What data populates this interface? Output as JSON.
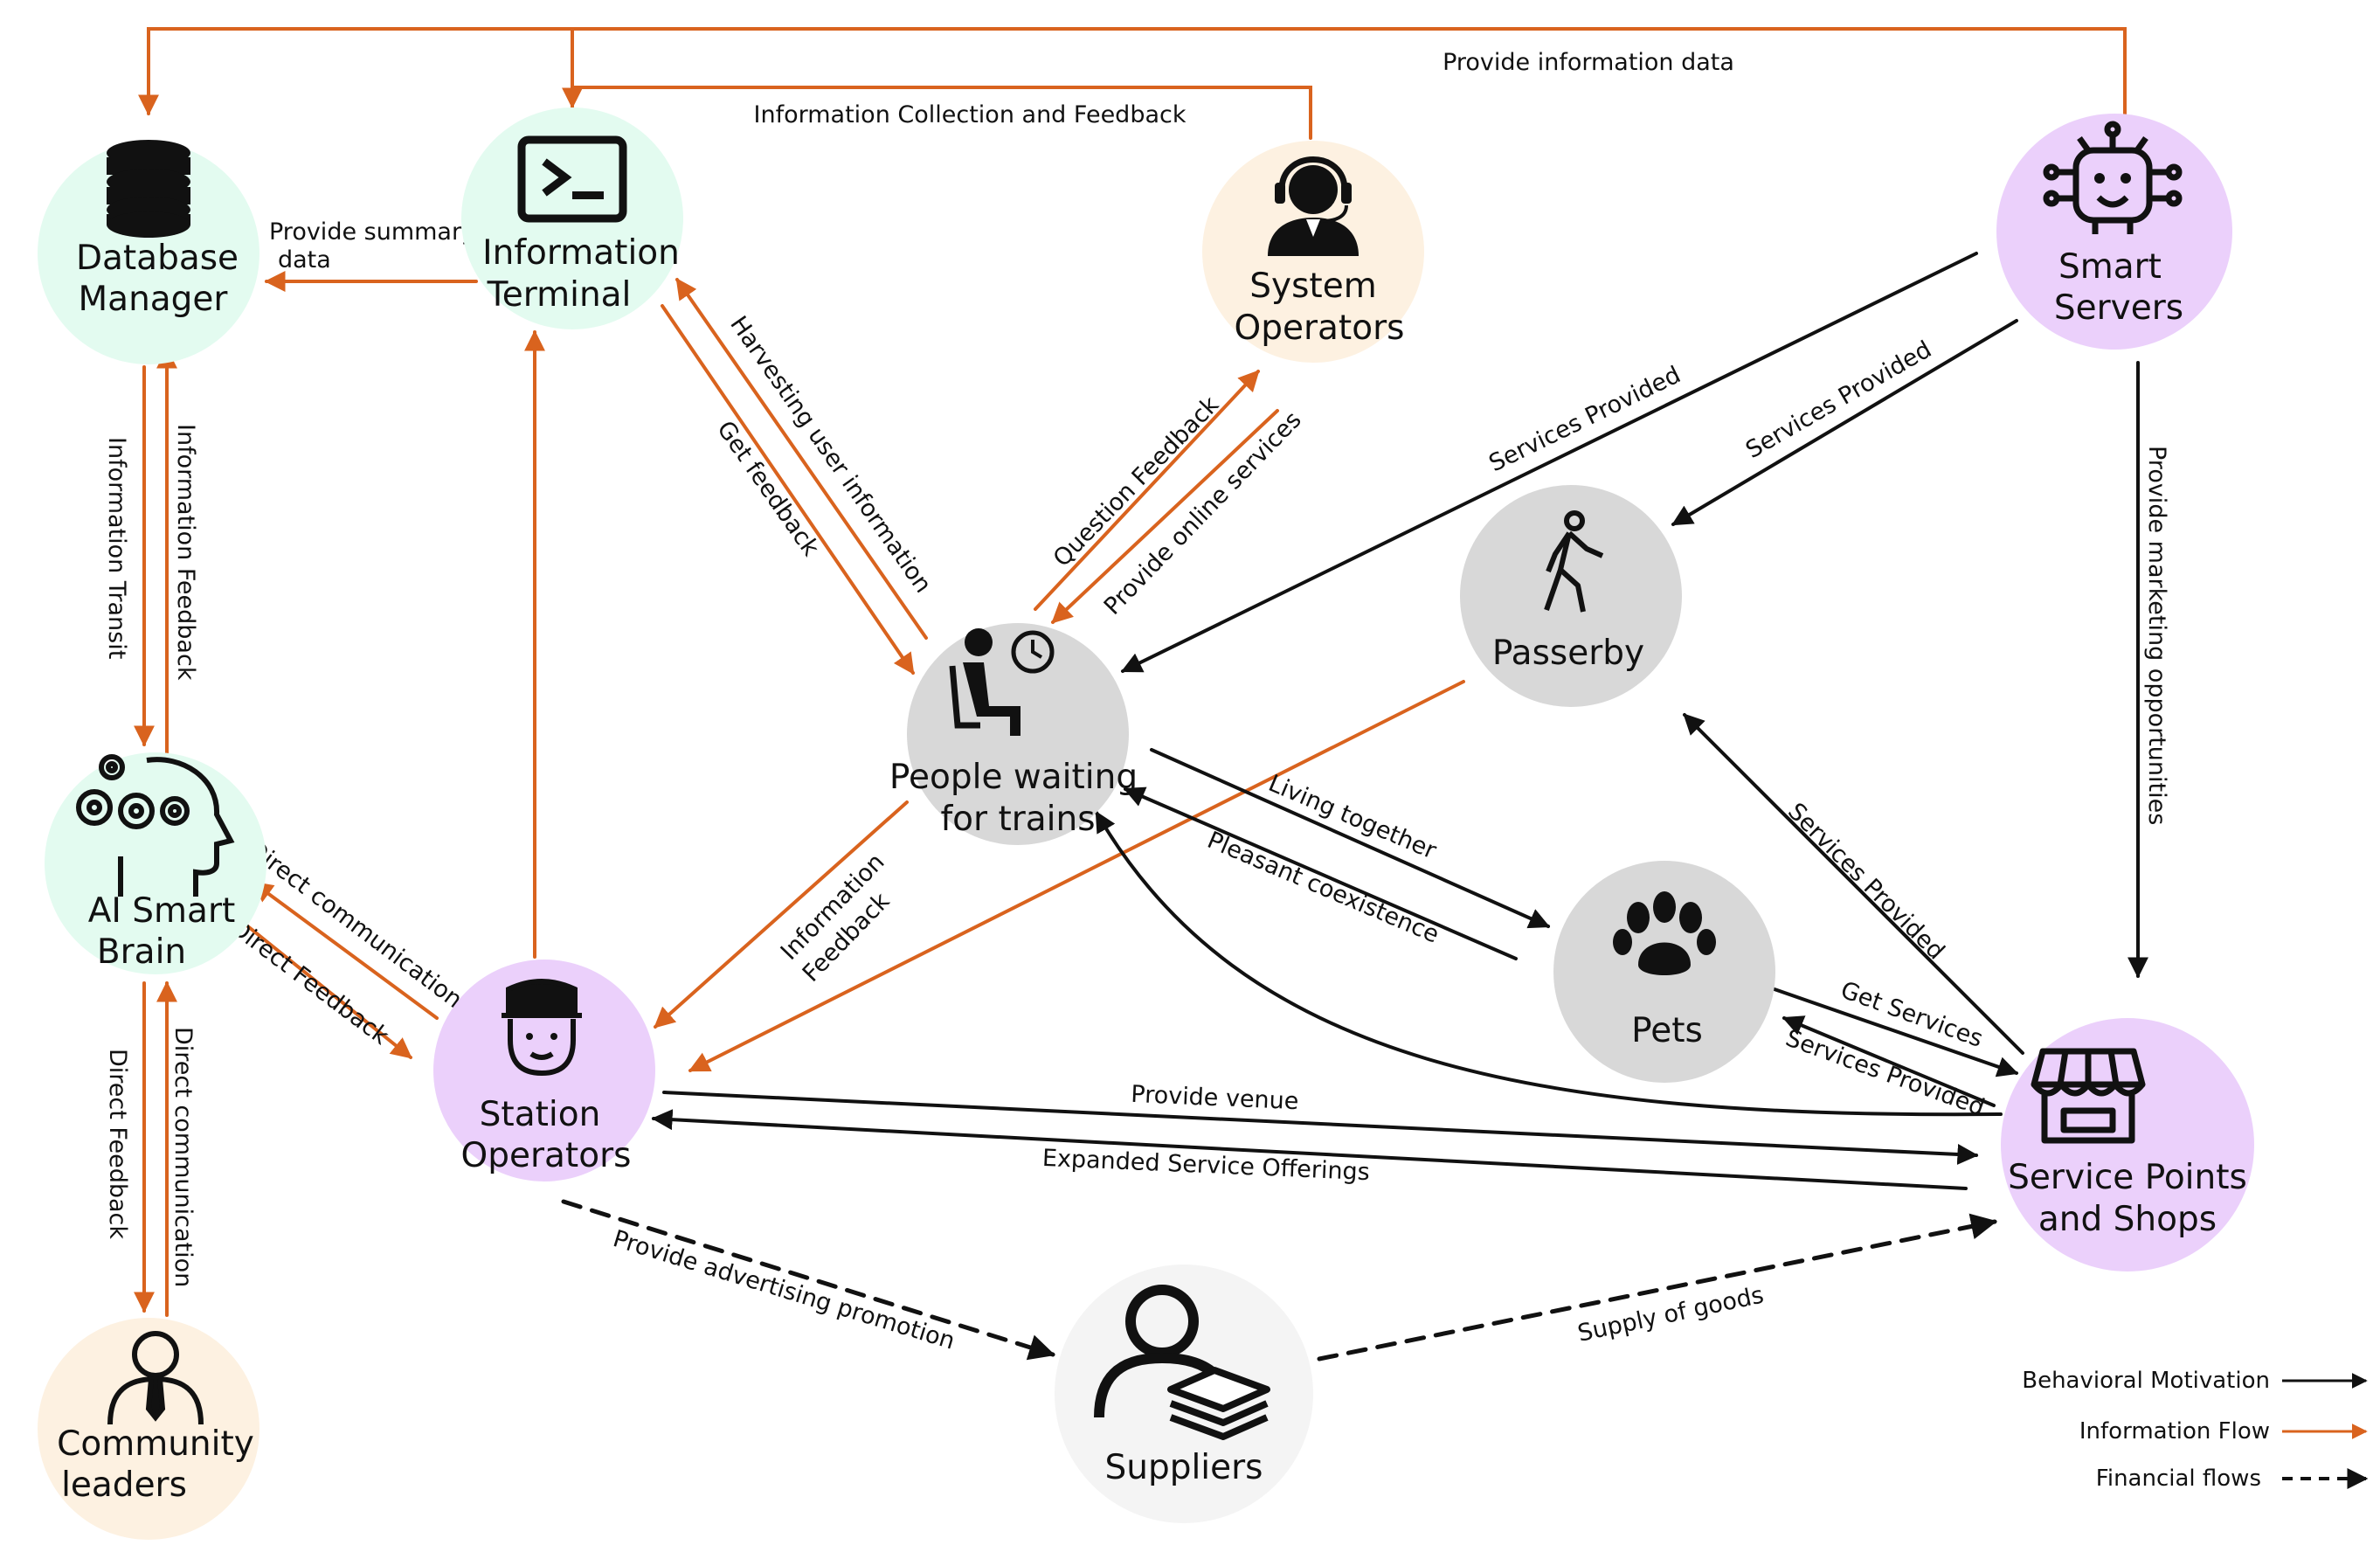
{
  "colors": {
    "information_flow": "#D9631E",
    "behavioral": "#111111",
    "mint": "#E3FBF0",
    "peach": "#FDF1E1",
    "lavender": "#EBD0FB",
    "gray": "#D8D8D8",
    "white": "#F4F4F4"
  },
  "nodes": {
    "database_manager": {
      "line1": "Database",
      "line2": "Manager",
      "icon": "database-icon"
    },
    "information_terminal": {
      "line1": "Information",
      "line2": "Terminal",
      "icon": "terminal-icon"
    },
    "system_operators": {
      "line1": "System",
      "line2": "Operators",
      "icon": "headset-operator-icon"
    },
    "smart_servers": {
      "line1": "Smart",
      "line2": "Servers",
      "icon": "robot-chip-icon"
    },
    "ai_smart_brain": {
      "line1": "AI Smart",
      "line2": "Brain",
      "icon": "brain-gears-icon"
    },
    "people_waiting": {
      "line1": "People waiting",
      "line2": "for trains",
      "icon": "waiting-person-clock-icon"
    },
    "passerby": {
      "line1": "Passerby",
      "icon": "walking-person-icon"
    },
    "pets": {
      "line1": "Pets",
      "icon": "paw-icon"
    },
    "station_operators": {
      "line1": "Station",
      "line2": "Operators",
      "icon": "station-staff-icon"
    },
    "service_points": {
      "line1": "Service Points",
      "line2": "and Shops",
      "icon": "shop-icon"
    },
    "community_leaders": {
      "line1": "Community",
      "line2": "leaders",
      "icon": "leader-person-icon"
    },
    "suppliers": {
      "line1": "Suppliers",
      "icon": "supplier-person-stack-icon"
    }
  },
  "edges": {
    "provide_information_data": "Provide information data",
    "information_collection_feedback": "Information Collection and Feedback",
    "provide_summary_data_1": "Provide summary",
    "provide_summary_data_2": "data",
    "information_transit": "Information Transit",
    "information_feedback": "Information Feedback",
    "direct_feedback_brain_community": "Direct Feedback",
    "direct_communication_community_brain": "Direct communication",
    "direct_communication_station_brain": "Direct communication",
    "direct_feedback_brain_station": "Direct Feedback",
    "harvesting_user_information": "Harvesting user information",
    "get_feedback": "Get feedback",
    "question_feedback": "Question Feedback",
    "provide_online_services": "Provide online services",
    "services_provided_people": "Services Provided",
    "services_provided_passerby": "Services Provided",
    "provide_marketing_opportunities": "Provide marketing opportunities",
    "information_feedback_station_1": "Information",
    "information_feedback_station_2": "Feedback",
    "living_together": "Living together",
    "pleasant_coexistence": "Pleasant coexistence",
    "services_provided_shop_passerby": "Services Provided",
    "get_services": "Get Services",
    "services_provided_shop_pets": "Services Provided",
    "provide_venue": "Provide venue",
    "expanded_service_offerings": "Expanded Service Offerings",
    "provide_advertising_promotion": "Provide advertising promotion",
    "supply_of_goods": "Supply of goods"
  },
  "legend": {
    "behavioral": "Behavioral Motivation",
    "information": "Information Flow",
    "financial": "Financial flows"
  }
}
